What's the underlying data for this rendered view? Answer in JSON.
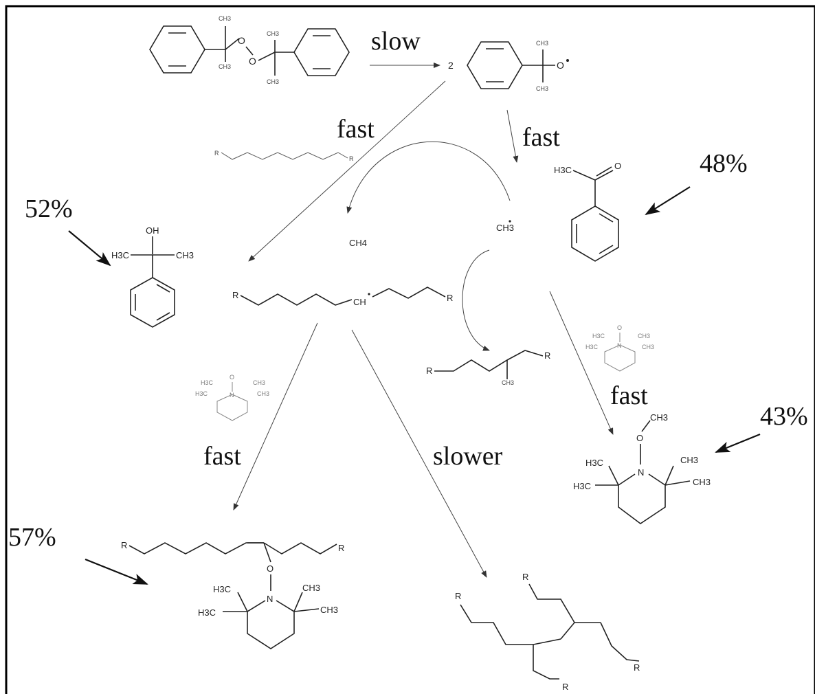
{
  "labels": {
    "slow": "slow",
    "fast_top_left": "fast",
    "fast_top_right": "fast",
    "fast_mid_right": "fast",
    "fast_bottom_left": "fast",
    "slower": "slower"
  },
  "percentages": {
    "acetophenone": "48%",
    "cumyl_alcohol": "52%",
    "methyl_tempo": "43%",
    "alkyl_tempo": "57%"
  },
  "molecules": {
    "peroxide": {
      "ch3_1": "CH3",
      "ch3_2": "CH3",
      "ch3_3": "CH3",
      "ch3_4": "CH3",
      "o1": "O",
      "o2": "O"
    },
    "cumyloxy": {
      "coeff": "2",
      "ch3_top": "CH3",
      "ch3_bot": "CH3",
      "o": "O"
    },
    "acetophenone": {
      "h3c": "H3C",
      "o": "O"
    },
    "cumyl_alcohol": {
      "oh": "OH",
      "h3c": "H3C",
      "ch3": "CH3"
    },
    "methyl_radical": "CH3",
    "methane": "CH4",
    "polymer_chain_top": {
      "r1": "R",
      "r2": "R"
    },
    "polymer_radical": {
      "r1": "R",
      "ch": "CH",
      "r2": "R"
    },
    "branched": {
      "r1": "R",
      "r2": "R",
      "ch3": "CH3"
    },
    "tempo_small_left": {
      "o": "O",
      "n": "N",
      "me1": "H3C",
      "me2": "H3C",
      "me3": "CH3",
      "me4": "CH3"
    },
    "tempo_small_right": {
      "o": "O",
      "n": "N",
      "me1": "H3C",
      "me2": "H3C",
      "me3": "CH3",
      "me4": "CH3"
    },
    "methyl_tempo": {
      "ch3_top": "CH3",
      "o": "O",
      "n": "N",
      "h3c_1": "H3C",
      "h3c_2": "H3C",
      "ch3_1": "CH3",
      "ch3_2": "CH3"
    },
    "alkyl_tempo": {
      "r1": "R",
      "r2": "R",
      "o": "O",
      "n": "N",
      "h3c_1": "H3C",
      "h3c_2": "H3C",
      "ch3_1": "CH3",
      "ch3_2": "CH3"
    },
    "crosslinked": {
      "r1": "R",
      "r2": "R",
      "r3": "R",
      "r4": "R"
    }
  }
}
